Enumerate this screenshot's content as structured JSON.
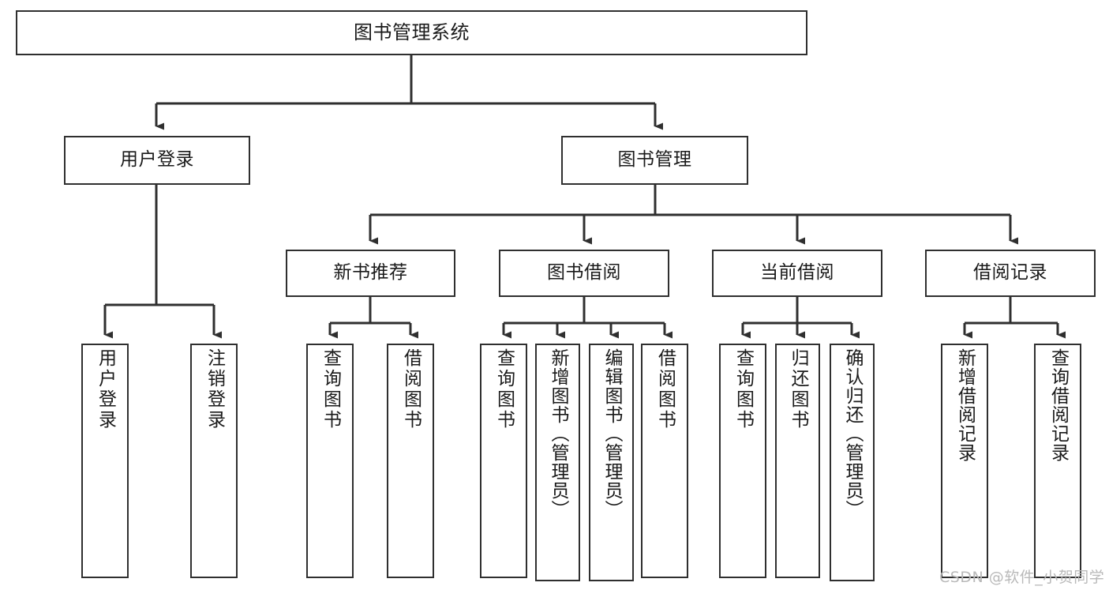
{
  "diagram": {
    "type": "tree-hierarchy-chart",
    "title": "图书管理系统",
    "colors": {
      "box_border": "#2f2f2f",
      "box_fill": "#ffffff",
      "edge": "#2f2f2f",
      "text": "#1a1a1a",
      "watermark": "#b9b9b9",
      "background": "#ffffff"
    },
    "levels": {
      "level1": {
        "label": "系统根节点"
      },
      "level2": {
        "label": "主模块"
      },
      "level3": {
        "label": "子模块"
      },
      "level4": {
        "label": "功能叶节点"
      }
    }
  },
  "nodes": {
    "root": {
      "label": "图书管理系统"
    },
    "level2": [
      {
        "label": "用户登录"
      },
      {
        "label": "图书管理"
      }
    ],
    "level3": [
      {
        "label": "新书推荐"
      },
      {
        "label": "图书借阅"
      },
      {
        "label": "当前借阅"
      },
      {
        "label": "借阅记录"
      }
    ],
    "leaves": {
      "user_login": [
        {
          "label": "用户登录"
        },
        {
          "label": "注销登录"
        }
      ],
      "new_book_recommend": [
        {
          "label": "查询图书"
        },
        {
          "label": "借阅图书"
        }
      ],
      "book_borrow": [
        {
          "label": "查询图书"
        },
        {
          "label": "新增图书（管理员）"
        },
        {
          "label": "编辑图书（管理员）"
        },
        {
          "label": "借阅图书"
        }
      ],
      "current_borrow": [
        {
          "label": "查询图书"
        },
        {
          "label": "归还图书"
        },
        {
          "label": "确认归还（管理员）"
        }
      ],
      "borrow_record": [
        {
          "label": "新增借阅记录"
        },
        {
          "label": "查询借阅记录"
        }
      ]
    }
  },
  "watermark": {
    "text": "CSDN @软件_小贺同学"
  }
}
